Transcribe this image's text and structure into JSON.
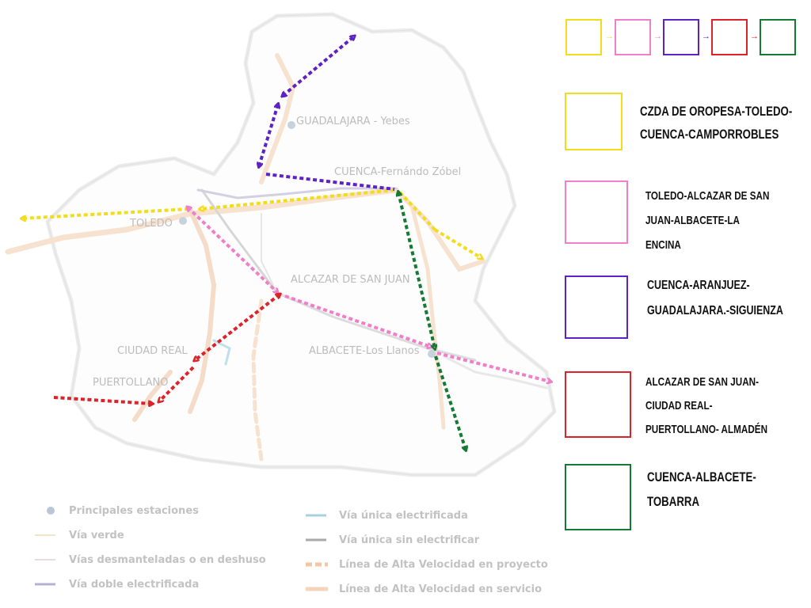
{
  "cities": [
    {
      "name": "GUADALAJARA - Yebes",
      "station": true
    },
    {
      "name": "CUENCA-Fernándo Zóbel",
      "station": false
    },
    {
      "name": "TOLEDO",
      "station": true
    },
    {
      "name": "ALCAZAR DE SAN JUAN",
      "station": false
    },
    {
      "name": "CIUDAD REAL",
      "station": false
    },
    {
      "name": "PUERTOLLANO",
      "station": false
    },
    {
      "name": "ALBACETE-Los Llanos",
      "station": true
    }
  ],
  "legend": [
    {
      "label": "Principales estaciones",
      "symbol": "dot",
      "color": "#b8c6d6"
    },
    {
      "label": "Vía verde",
      "symbol": "line",
      "color": "#f1dcb4"
    },
    {
      "label": "Vías desmanteladas o en deshuso",
      "symbol": "line",
      "color": "#e4cfd3"
    },
    {
      "label": "Vía doble electrificada",
      "symbol": "line",
      "color": "#b7b1cf"
    },
    {
      "label": "Vía única electrificada",
      "symbol": "line",
      "color": "#a9d0e1"
    },
    {
      "label": "Vía única sin electrificar",
      "symbol": "line",
      "color": "#a9a9a9"
    },
    {
      "label": "Línea de Alta Velocidad en proyecto",
      "symbol": "dashed",
      "color": "#f2c7a3"
    },
    {
      "label": "Línea de Alta Velocidad en servicio",
      "symbol": "thick",
      "color": "#f4d3b8"
    }
  ],
  "sequence": [
    {
      "color": "#f2dc1b"
    },
    {
      "color": "#ef7fc8"
    },
    {
      "color": "#5e22c4"
    },
    {
      "color": "#de2229"
    },
    {
      "color": "#157a34"
    }
  ],
  "routes": [
    {
      "id": "yellow",
      "color": "#f2dc1b",
      "lines": [
        "CZDA DE OROPESA-TOLEDO-",
        "CUENCA-CAMPORROBLES"
      ]
    },
    {
      "id": "pink",
      "color": "#ef7fc8",
      "lines": [
        "TOLEDO-ALCAZAR DE SAN",
        "JUAN-ALBACETE-LA",
        "ENCINA"
      ]
    },
    {
      "id": "purple",
      "color": "#5e22c4",
      "lines": [
        "CUENCA-ARANJUEZ-",
        "GUADALAJARA.-SIGUIENZA"
      ]
    },
    {
      "id": "red",
      "color": "#de2229",
      "lines": [
        "ALCAZAR DE SAN JUAN-",
        "CIUDAD REAL-",
        "PUERTOLLANO- ALMADÉN"
      ]
    },
    {
      "id": "green",
      "color": "#157a34",
      "lines": [
        "CUENCA-ALBACETE-",
        "TOBARRA"
      ]
    }
  ]
}
